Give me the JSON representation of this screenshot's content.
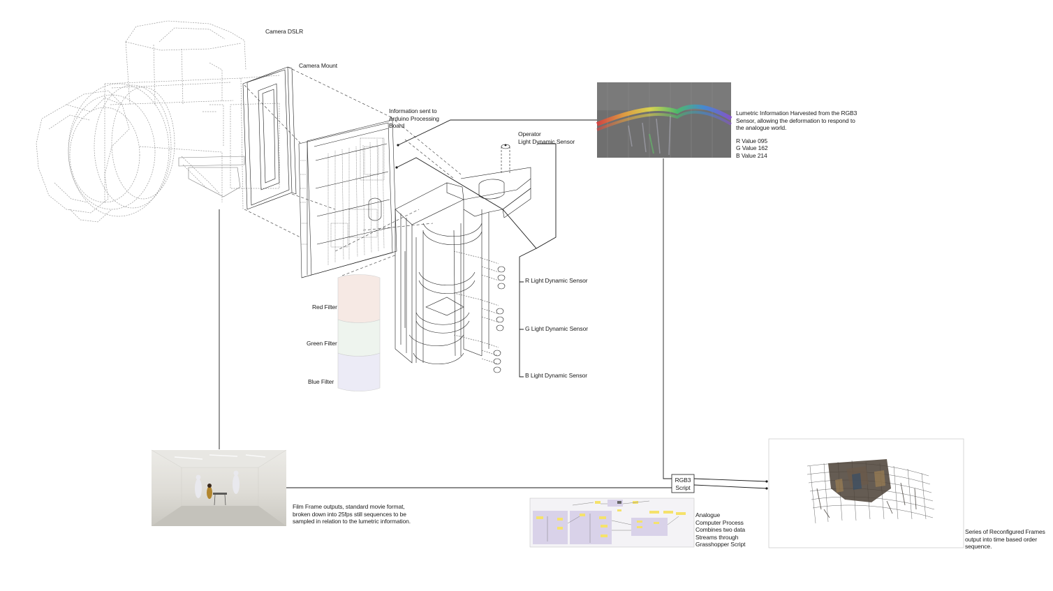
{
  "labels": {
    "camera_dslr": "Camera DSLR",
    "camera_mount": "Camera Mount",
    "arduino_info": [
      "Information sent to",
      "Arduino Processing",
      "Board"
    ],
    "operator_sensor": [
      "Operator",
      "Light Dynamic Sensor"
    ],
    "r_sensor": "R Light Dynamic Sensor",
    "g_sensor": "G Light Dynamic Sensor",
    "b_sensor": "B Light Dynamic Sensor",
    "red_filter": "Red Filter",
    "green_filter": "Green Filter",
    "blue_filter": "Blue Filter",
    "lumetric_desc": [
      "Lumetric Information Harvested from the RGB3",
      "Sensor, allowing the deformation to respond to",
      "the analogue world."
    ],
    "r_value": "R Value   095",
    "g_value": "G Value   162",
    "b_value": "B Value   214",
    "film_desc": [
      "Film Frame outputs, standard movie format,",
      "broken down into 25fps still sequences to be",
      "sampled in relation to the lumetric information."
    ],
    "rgb3_script": [
      "RGB3",
      "Script"
    ],
    "analogue_process": [
      "Analogue",
      "Computer Process",
      "Combines two data",
      "Streams through",
      "Grasshopper Script"
    ],
    "reconfigured_desc": [
      "Series of Reconfigured Frames",
      "output into time based order",
      "sequence."
    ]
  },
  "colors": {
    "line": "#1a1a1a",
    "dash": "#333333",
    "ghost": "#9a9a9a",
    "red_filter": "#f6e9e4",
    "green_filter": "#eef4ee",
    "blue_filter": "#ecebf6",
    "grasshopper_bg": "#d9d2e9",
    "spectrum_bg": "#6f6f6f",
    "film_bg": "#d8d7d2"
  }
}
